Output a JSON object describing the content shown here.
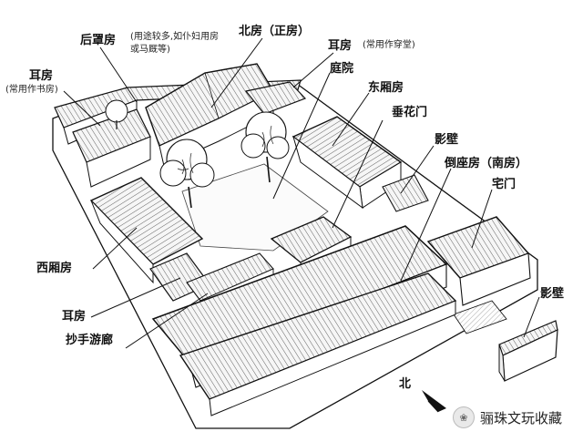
{
  "labels": {
    "houzhaofang": "后罩房",
    "houzhaofang_note": "(用途较多,如仆妇用房\n或马厩等)",
    "beifang": "北房（正房）",
    "erfang_right": "耳房",
    "erfang_right_note": "(常用作穿堂)",
    "erfang_left": "耳房",
    "erfang_left_note": "(常用作书房)",
    "tingyuan": "庭院",
    "dongxiangfang": "东厢房",
    "chuihuamen": "垂花门",
    "yingbi_inner": "影壁",
    "daozuofang": "倒座房（南房）",
    "zhaimen": "宅门",
    "xixiangfang": "西厢房",
    "erfang_bottom": "耳房",
    "chaoshouyoulang": "抄手游廊",
    "yingbi_outer": "影壁",
    "north": "北"
  },
  "watermark": {
    "text": "骊珠文玩收藏",
    "icon": "wechat-icon"
  },
  "colors": {
    "ink": "#111111",
    "paper": "#ffffff",
    "roof_fill": "#f4f4f4"
  }
}
